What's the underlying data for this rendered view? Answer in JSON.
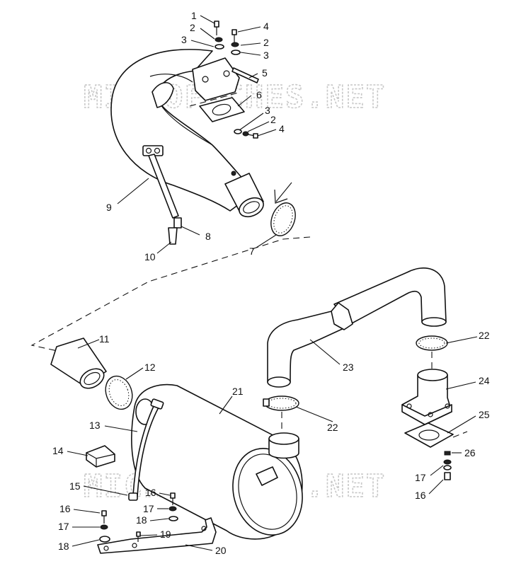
{
  "watermark": "MICROFICHES.NET",
  "callouts": {
    "c1": "1",
    "c2a": "2",
    "c3a": "3",
    "c4a": "4",
    "c2b": "2",
    "c3b": "3",
    "c5": "5",
    "c6": "6",
    "c3c": "3",
    "c2c": "2",
    "c4b": "4",
    "c9": "9",
    "c8": "8",
    "c10": "10",
    "c7": "7",
    "c11": "11",
    "c12": "12",
    "c13": "13",
    "c14": "14",
    "c15": "15",
    "c16a": "16",
    "c17a": "17",
    "c18a": "18",
    "c19": "19",
    "c16b": "16",
    "c17b": "17",
    "c18b": "18",
    "c20": "20",
    "c21": "21",
    "c22a": "22",
    "c22b": "22",
    "c23": "23",
    "c24": "24",
    "c25": "25",
    "c26": "26",
    "c17c": "17",
    "c16c": "16"
  }
}
